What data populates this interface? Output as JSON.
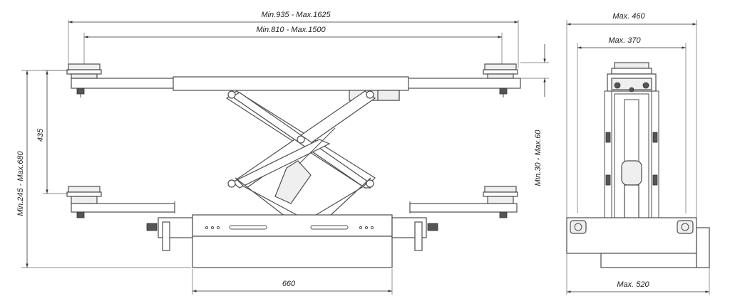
{
  "dimensions": {
    "outer_width": "Min.935 - Max.1625",
    "inner_width": "Min.810 - Max.1500",
    "base_length": "660",
    "arm_drop": "435",
    "total_height": "Min.245 - Max.680",
    "pad_adjust": "Min.30 - Max.60",
    "side_outer": "Max. 460",
    "side_inner": "Max. 370",
    "side_base": "Max. 520"
  }
}
